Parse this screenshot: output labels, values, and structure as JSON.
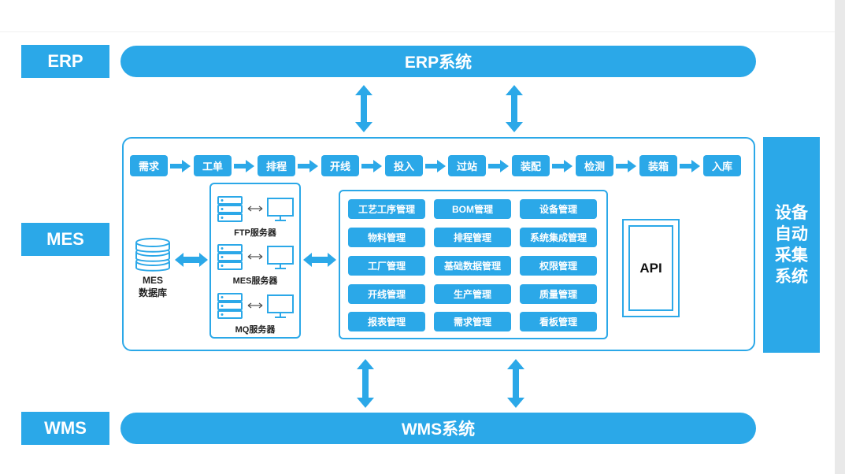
{
  "layers": {
    "erp": {
      "label": "ERP",
      "system": "ERP系统"
    },
    "mes": {
      "label": "MES"
    },
    "wms": {
      "label": "WMS",
      "system": "WMS系统"
    }
  },
  "process_steps": [
    "需求",
    "工单",
    "排程",
    "开线",
    "投入",
    "过站",
    "装配",
    "检测",
    "装箱",
    "入库"
  ],
  "database": {
    "line1": "MES",
    "line2": "数据库"
  },
  "servers": [
    "FTP服务器",
    "MES服务器",
    "MQ服务器"
  ],
  "modules": [
    [
      "工艺工序管理",
      "BOM管理",
      "设备管理"
    ],
    [
      "物料管理",
      "排程管理",
      "系统集成管理"
    ],
    [
      "工厂管理",
      "基础数据管理",
      "权限管理"
    ],
    [
      "开线管理",
      "生产管理",
      "质量管理"
    ],
    [
      "报表管理",
      "需求管理",
      "看板管理"
    ]
  ],
  "api": {
    "label": "API"
  },
  "equipment": {
    "label": "设备自动采集系统"
  },
  "colors": {
    "accent": "#2ba8e8",
    "background": "#ffffff"
  }
}
